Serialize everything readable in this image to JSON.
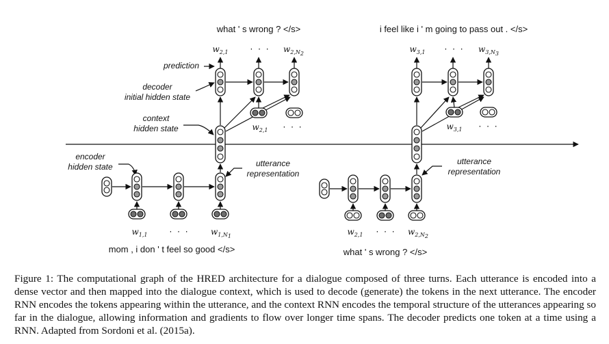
{
  "utterances": {
    "u1": "mom , i don ' t feel so good </s>",
    "u2_top": "what ' s wrong ? </s>",
    "u2_bottom": "what ' s wrong ? </s>",
    "u3": "i feel like i ' m going to pass out . </s>"
  },
  "labels": {
    "prediction": "prediction",
    "decoder_line1": "decoder",
    "decoder_line2": "initial hidden state",
    "context_line1": "context",
    "context_line2": "hidden state",
    "encoder_line1": "encoder",
    "encoder_line2": "hidden state",
    "utt_rep_line1": "utterance",
    "utt_rep_line2": "representation",
    "utt_rep2_line1": "utterance",
    "utt_rep2_line2": "representation"
  },
  "tokens": {
    "w": "w",
    "w21_sub": "2,1",
    "w2N2_sub": "2,N",
    "w2N2_subsub": "2",
    "w31_sub": "3,1",
    "w3N3_sub": "3,N",
    "w3N3_subsub": "3",
    "w11_sub": "1,1",
    "w1N1_sub": "1,N",
    "w1N1_subsub": "1",
    "ellipsis": "· · ·"
  },
  "caption": "Figure 1: The computational graph of the HRED architecture for a dialogue composed of three turns. Each utterance is encoded into a dense vector and then mapped into the dialogue context, which is used to decode (generate) the tokens in the next utterance. The encoder RNN encodes the tokens appearing within the utterance, and the context RNN encodes the temporal structure of the utterances appearing so far in the dialogue, allowing information and gradients to flow over longer time spans. The decoder predicts one token at a time using a RNN. Adapted from Sordoni et al. (2015a).",
  "icons": {
    "vertical_rnn_unit": "vertical-rnn-unit-icon",
    "horizontal_embedding": "horizontal-embedding-icon"
  }
}
